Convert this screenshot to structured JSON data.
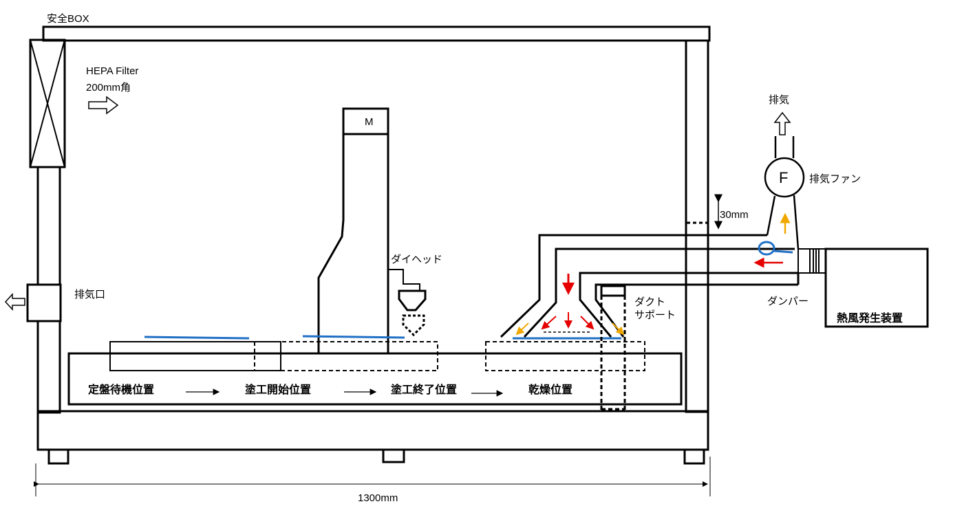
{
  "labels": {
    "safety_box": "安全BOX",
    "hepa_filter": "HEPA Filter",
    "hepa_size": "200mm角",
    "exhaust_port": "排気口",
    "motor": "M",
    "die_head": "ダイヘッド",
    "exhaust": "排気",
    "fan_symbol": "F",
    "exhaust_fan": "排気ファン",
    "gap_30mm": "30mm",
    "duct_support_1": "ダクト",
    "duct_support_2": "サポート",
    "damper": "ダンパー",
    "hot_air_generator": "熱風発生装置",
    "total_width": "1300mm"
  },
  "stations": [
    "定盤待機位置",
    "塗工開始位置",
    "塗工終了位置",
    "乾燥位置"
  ],
  "colors": {
    "line": "#000000",
    "film_blue": "#1f6fc5",
    "hot_air_red": "#e60000",
    "exhaust_orange": "#f0a800"
  }
}
